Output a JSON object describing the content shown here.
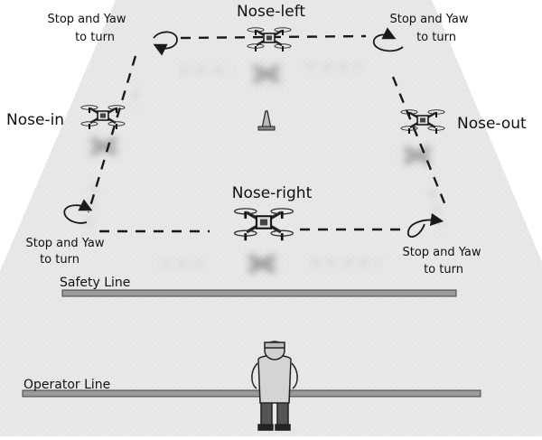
{
  "labels": {
    "nose_left": "Nose-left",
    "nose_in": "Nose-in",
    "nose_out": "Nose-out",
    "nose_right": "Nose-right"
  },
  "turn_notes": {
    "top_left": [
      "Stop and Yaw",
      "to turn"
    ],
    "top_right": [
      "Stop and Yaw",
      "to turn"
    ],
    "bottom_left": [
      "Stop and Yaw",
      "to turn"
    ],
    "bottom_right": [
      "Stop and Yaw",
      "to turn"
    ]
  },
  "lines": {
    "safety": "Safety Line",
    "operator": "Operator Line"
  },
  "colors": {
    "ground": "#e9e9e9",
    "path": "#1a1a1a",
    "drone_body": "#dcdcdc",
    "operator_suit": "#d4d4d4"
  }
}
